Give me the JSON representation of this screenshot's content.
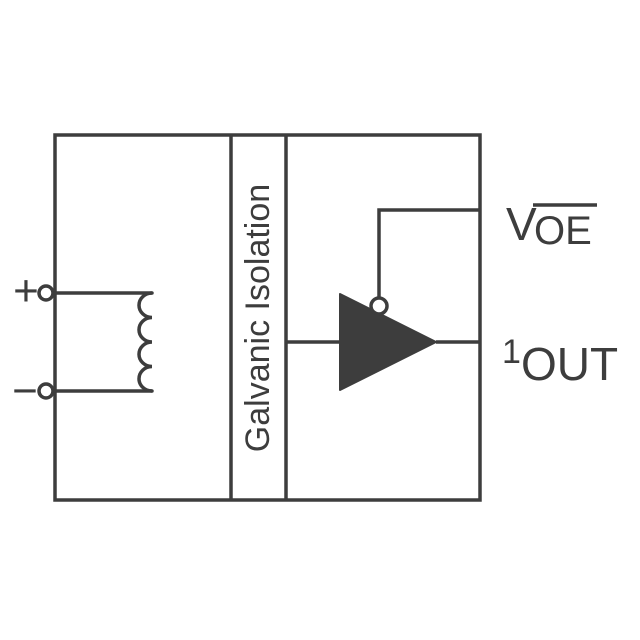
{
  "diagram": {
    "type_label": "isolated-buffer-functional-diagram",
    "colors": {
      "line": "#3d3d3d",
      "background": "#ffffff",
      "buffer_fill": "#3d3d3d"
    },
    "isolation": {
      "label": "Galvanic Isolation"
    },
    "input": {
      "plus_label": "+",
      "minus_label": "−"
    },
    "enable": {
      "v_label": "V",
      "oe_label": "OE"
    },
    "output": {
      "prefix_label": "1",
      "out_label": "OUT"
    }
  }
}
